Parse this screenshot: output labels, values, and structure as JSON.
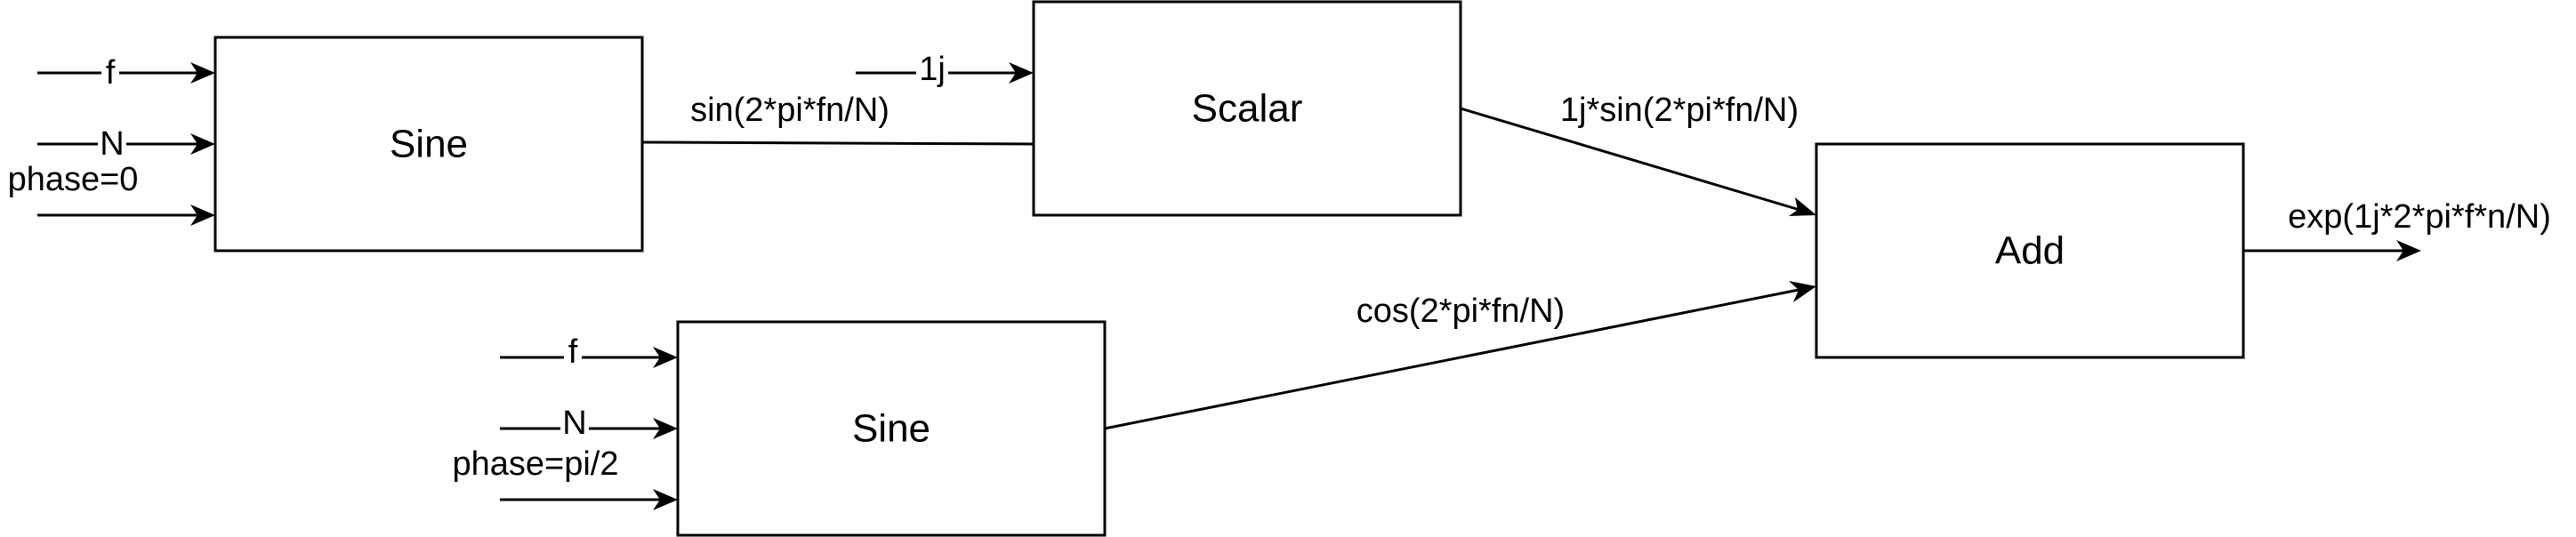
{
  "blocks": {
    "sine_top": "Sine",
    "scalar": "Scalar",
    "add": "Add",
    "sine_bottom": "Sine"
  },
  "inputs": {
    "sine_top": [
      "f",
      "N",
      "phase=0"
    ],
    "scalar": [
      "1j"
    ],
    "sine_bottom": [
      "f",
      "N",
      "phase=pi/2"
    ]
  },
  "signals": {
    "sine_top_out": "sin(2*pi*fn/N)",
    "scalar_out": "1j*sin(2*pi*fn/N)",
    "sine_bottom_out": "cos(2*pi*fn/N)",
    "add_out": "exp(1j*2*pi*f*n/N)"
  },
  "colors": {
    "stroke": "#000000",
    "background": "#ffffff"
  }
}
